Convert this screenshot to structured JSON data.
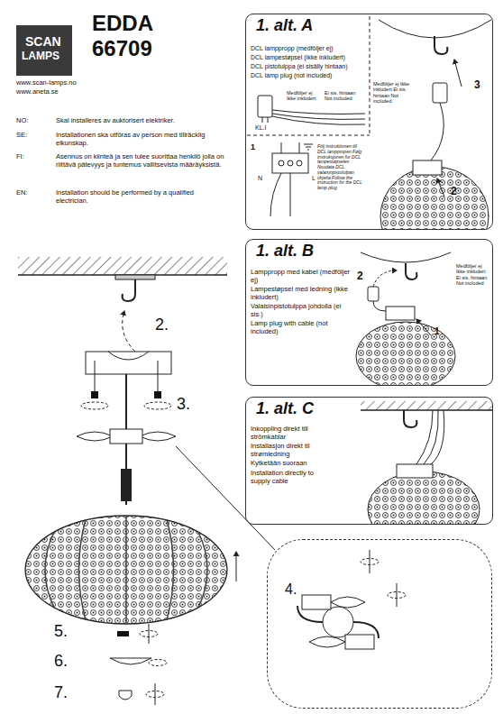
{
  "diagram": {
    "title": "EDDA",
    "nodes": [
      {
        "text": [
          "1. alt. A",
          "DCL lamppropp (medföljer ej)",
          "DCL lampestøpsel (ikke inkludert)",
          "DCL pistotulppa (ei sisälly hintaan)",
          "DCL lamp plug (not included)",
          "Medföljer ej Ikke inkludert",
          "Ei sis. hintaan Not included",
          "KL.I",
          "1",
          "N",
          "L",
          "Följ instruktionen till DCL lamppropen Følg instruksjonen for DCL lampestøpselen Noudata DCL valaisinpistotulpan ohjeita Follow the instruction for the DCL lamp plug",
          "Medföljer ej Ikke inkludert Ei sis. hintaan Not included",
          "3",
          "2"
        ]
      },
      {
        "text": [
          "1. alt. B",
          "Lamppropp med kabel (medföljer ej)",
          "Lampestøpsel med ledning (ikke inkludert)",
          "Valaisinpistotulppa johdolla (ei sis.)",
          "Lamp plug with cable (not included)",
          "Medföljer ej Ikke inkludert Ei sis. hintaan Not included",
          "2",
          "1"
        ]
      },
      {
        "text": [
          "1. alt. C",
          "Inkoppling direkt till strömkablar",
          "Installasjon direkt til strømledning",
          "Kytketään suoraan",
          "Installation directly to supply cable"
        ]
      },
      {
        "text": [
          "4."
        ]
      }
    ],
    "labels": [
      "SCAN",
      "LAMPS",
      "66709",
      "www.scan-lamps.no",
      "www.aneta.se",
      "NO:",
      "Skal installeres av auktorisert elektriker.",
      "SE:",
      "Installationen ska utföras av person med tillräcklig elkunskap.",
      "FI:",
      "Asennus on kiinteä ja sen tulee suorittaa henkilö jolla on riittävä pätevyys ja tuntemus vallitsevista määräyksistä.",
      "EN:",
      "Installation should be performed by a qualified electrician.",
      "2.",
      "3.",
      "5.",
      "6.",
      "7."
    ]
  }
}
